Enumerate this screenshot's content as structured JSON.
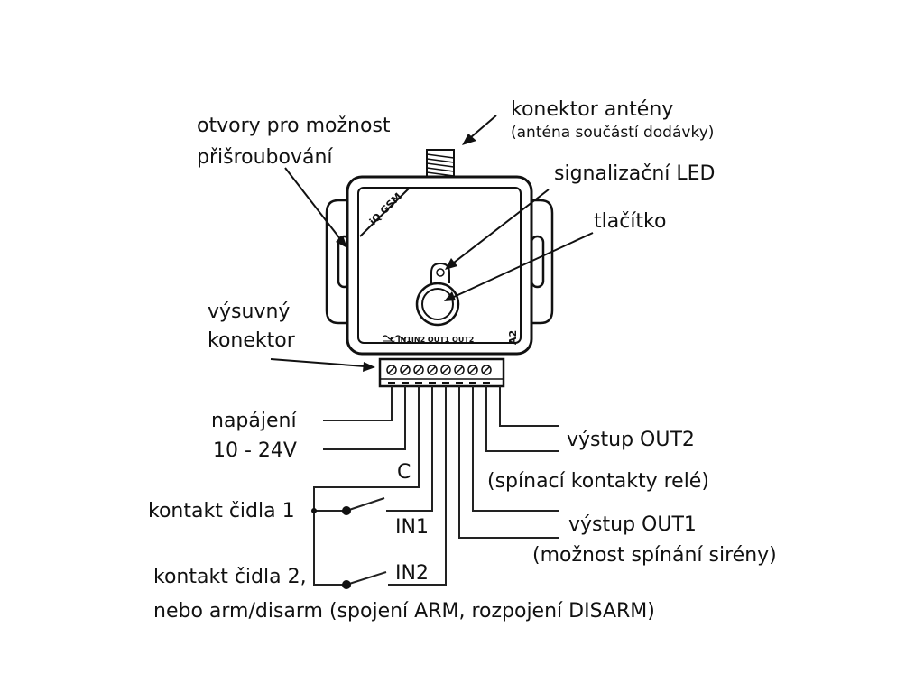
{
  "labels": {
    "antenna_connector": "konektor antény",
    "antenna_note": "(anténa součástí dodávky)",
    "mount_holes_l1": "otvory pro možnost",
    "mount_holes_l2": "přišroubování",
    "signal_led": "signalizační LED",
    "button": "tlačítko",
    "connector_l1": "výsuvný",
    "connector_l2": "konektor",
    "power_l1": "napájení",
    "power_l2": "10 - 24V",
    "c_terminal": "C",
    "sensor1": "kontakt čidla 1",
    "in1": "IN1",
    "sensor2_l1": "kontakt čidla 2,",
    "sensor2_l2": "nebo arm/disarm (spojení ARM, rozpojení DISARM)",
    "in2": "IN2",
    "out2": "výstup OUT2",
    "out2_note": "(spínací kontakty relé)",
    "out1": "výstup OUT1",
    "out1_note": "(možnost spínání sirény)"
  },
  "device": {
    "brand": "iQ GSM",
    "terminal_row": "C  IN1IN2 OUT1  OUT2",
    "model": "A2"
  }
}
